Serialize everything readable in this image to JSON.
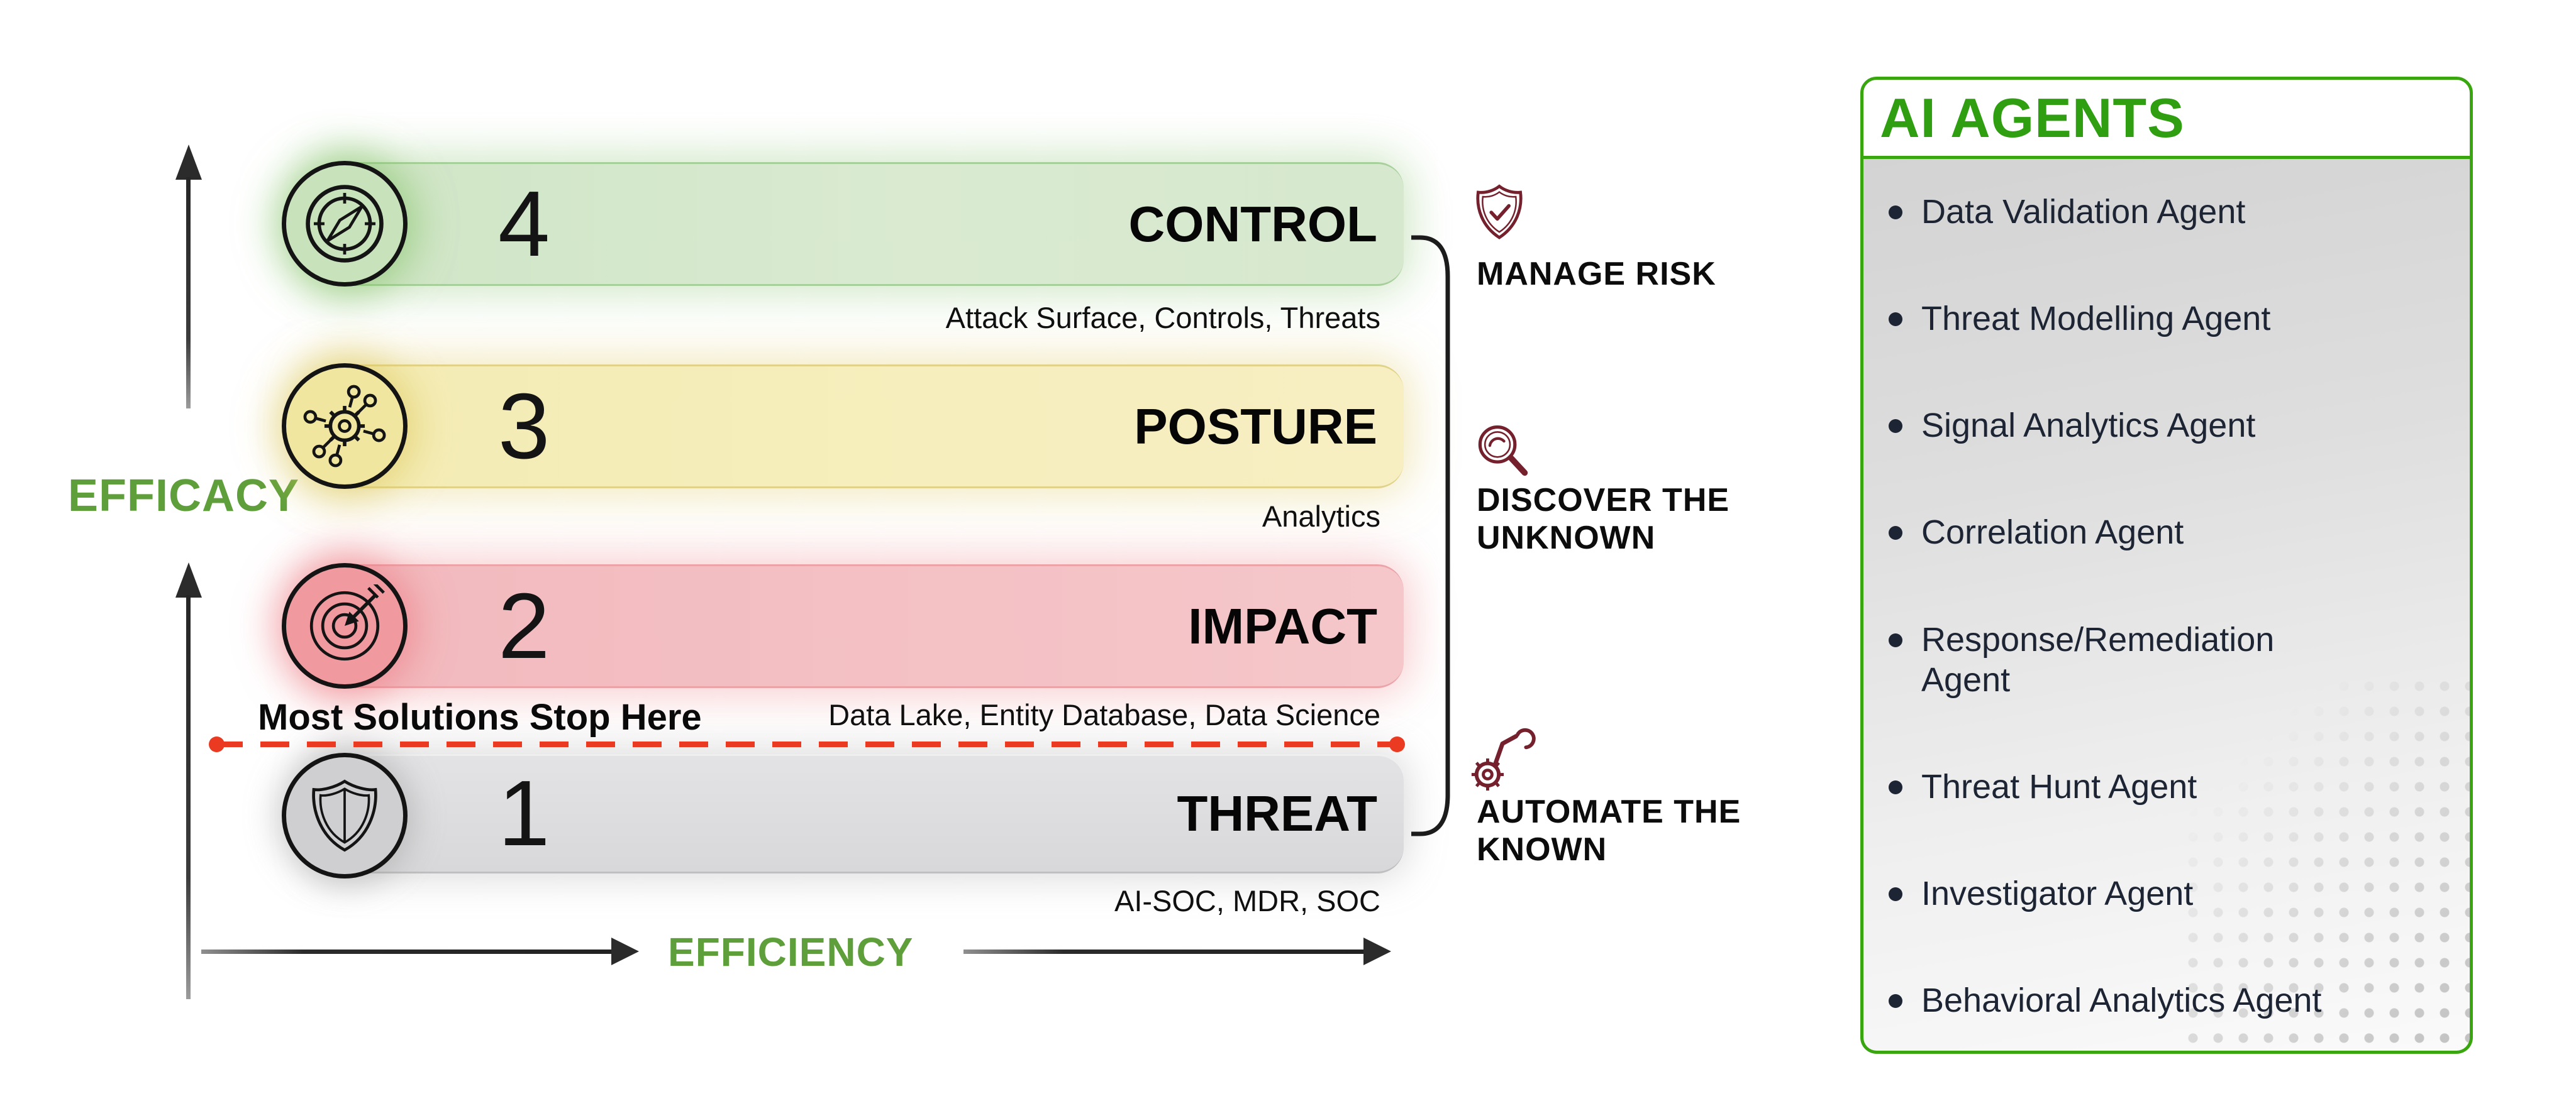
{
  "axis": {
    "efficacy": "EFFICACY",
    "efficiency": "EFFICIENCY"
  },
  "stop_note": "Most Solutions Stop Here",
  "levels": [
    {
      "num": "4",
      "label": "CONTROL",
      "sublabel": "Attack Surface, Controls, Threats",
      "icon": "compass-icon",
      "bar_color": "#d7e8cf",
      "circle_color": "#c8e2bc"
    },
    {
      "num": "3",
      "label": "POSTURE",
      "sublabel": "Analytics",
      "icon": "network-gear-icon",
      "bar_color": "#f6eebd",
      "circle_color": "#f0e6a0"
    },
    {
      "num": "2",
      "label": "IMPACT",
      "sublabel": "Data Lake, Entity Database, Data Science",
      "icon": "target-arrow-icon",
      "bar_color": "#f3c3c6",
      "circle_color": "#f09aa0"
    },
    {
      "num": "1",
      "label": "THREAT",
      "sublabel": "AI-SOC, MDR, SOC",
      "icon": "shield-icon",
      "bar_color": "#dbdbdd",
      "circle_color": "#cfcfd1"
    }
  ],
  "outcomes": [
    {
      "label": "MANAGE RISK",
      "icon": "shield-check-icon"
    },
    {
      "label": "DISCOVER THE\nUNKNOWN",
      "icon": "magnifier-icon"
    },
    {
      "label": "AUTOMATE THE\nKNOWN",
      "icon": "robot-arm-gear-icon"
    }
  ],
  "agents_panel": {
    "title": "AI AGENTS",
    "items": [
      "Data Validation Agent",
      "Threat Modelling Agent",
      "Signal Analytics Agent",
      "Correlation Agent",
      "Response/Remediation\nAgent",
      "Threat Hunt Agent",
      "Investigator Agent",
      "Behavioral Analytics Agent"
    ]
  },
  "colors": {
    "accent_green": "#2f9e11",
    "panel_border_green": "#3aa60f",
    "axis_green": "#5f9f3b",
    "maroon": "#74202d",
    "dash_red": "#ea3a21",
    "bullet_navy": "#1d2534"
  }
}
